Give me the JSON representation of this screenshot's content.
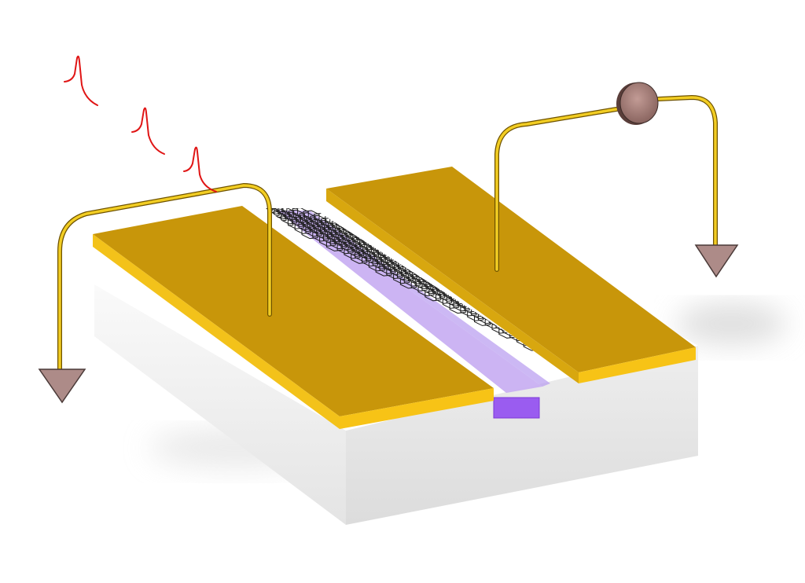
{
  "figure": {
    "kind": "device-schematic",
    "colors": {
      "background": "#ffffff",
      "substrate_top": "#ffffff",
      "substrate_side": "#f0f0f0",
      "substrate_side_shade": "#e2e2e2",
      "electrode_top": "#c8960a",
      "electrode_edge": "#f7c316",
      "graphene_lattice": "#1a1a1a",
      "waveguide": "#9a5cf0",
      "waveguide_stripe": "#c9b0f2",
      "wire": "#e8c21c",
      "wire_outline": "#6e5200",
      "ground_symbol": "#ad8b88",
      "meter": "#b08882",
      "light_pulse": "#e01515"
    },
    "elements": [
      "substrate",
      "left-electrode",
      "right-electrode",
      "graphene-sheet",
      "waveguide",
      "left-wire",
      "right-wire",
      "current-meter",
      "ground-left",
      "ground-right",
      "light-pulse"
    ],
    "light_pulse_count": 3
  }
}
